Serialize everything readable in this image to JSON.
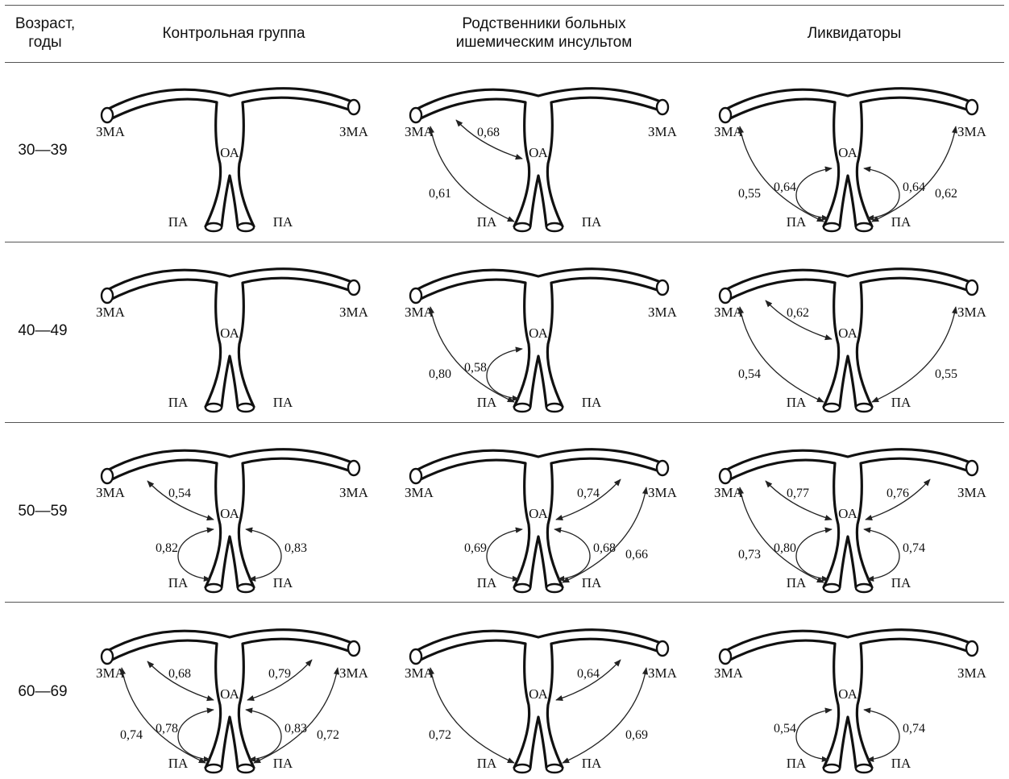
{
  "header": {
    "age_col": [
      "Возраст,",
      "годы"
    ],
    "groups": [
      [
        "Контрольная группа"
      ],
      [
        "Родственники больных",
        "ишемическим инсультом"
      ],
      [
        "Ликвидаторы"
      ]
    ]
  },
  "vessel_labels": {
    "pca": "ЗМА",
    "ba": "ОА",
    "va": "ПА"
  },
  "rows": [
    {
      "age": "30—39",
      "cells": [
        {
          "ba_label": true,
          "links": []
        },
        {
          "ba_label": true,
          "links": [
            {
              "kind": "ba-pca",
              "side": "L",
              "value": "0,68"
            },
            {
              "kind": "pca-va",
              "side": "L",
              "value": "0,61"
            }
          ]
        },
        {
          "ba_label": true,
          "links": [
            {
              "kind": "ba-va",
              "side": "L",
              "value": "0,64"
            },
            {
              "kind": "ba-va",
              "side": "R",
              "value": "0,64"
            },
            {
              "kind": "pca-va",
              "side": "L",
              "value": "0,55"
            },
            {
              "kind": "pca-va",
              "side": "R",
              "value": "0,62"
            }
          ]
        }
      ]
    },
    {
      "age": "40—49",
      "cells": [
        {
          "ba_label": true,
          "links": []
        },
        {
          "ba_label": true,
          "links": [
            {
              "kind": "ba-va",
              "side": "L",
              "value": "0,58"
            },
            {
              "kind": "pca-va",
              "side": "L",
              "value": "0,80"
            }
          ]
        },
        {
          "ba_label": true,
          "links": [
            {
              "kind": "ba-pca",
              "side": "L",
              "value": "0,62"
            },
            {
              "kind": "pca-va",
              "side": "L",
              "value": "0,54"
            },
            {
              "kind": "pca-va",
              "side": "R",
              "value": "0,55"
            }
          ]
        }
      ]
    },
    {
      "age": "50—59",
      "cells": [
        {
          "ba_label": true,
          "links": [
            {
              "kind": "ba-pca",
              "side": "L",
              "value": "0,54"
            },
            {
              "kind": "ba-va",
              "side": "L",
              "value": "0,82"
            },
            {
              "kind": "ba-va",
              "side": "R",
              "value": "0,83"
            }
          ]
        },
        {
          "ba_label": true,
          "links": [
            {
              "kind": "ba-pca",
              "side": "R",
              "value": "0,74"
            },
            {
              "kind": "ba-va",
              "side": "L",
              "value": "0,69"
            },
            {
              "kind": "ba-va",
              "side": "R",
              "value": "0,68"
            },
            {
              "kind": "pca-va",
              "side": "R",
              "value": "0,66"
            }
          ]
        },
        {
          "ba_label": true,
          "links": [
            {
              "kind": "ba-pca",
              "side": "L",
              "value": "0,77"
            },
            {
              "kind": "ba-pca",
              "side": "R",
              "value": "0,76"
            },
            {
              "kind": "ba-va",
              "side": "L",
              "value": "0,80"
            },
            {
              "kind": "ba-va",
              "side": "R",
              "value": "0,74"
            },
            {
              "kind": "pca-va",
              "side": "L",
              "value": "0,73"
            }
          ]
        }
      ]
    },
    {
      "age": "60—69",
      "cells": [
        {
          "ba_label": true,
          "links": [
            {
              "kind": "ba-pca",
              "side": "L",
              "value": "0,68"
            },
            {
              "kind": "ba-pca",
              "side": "R",
              "value": "0,79"
            },
            {
              "kind": "ba-va",
              "side": "L",
              "value": "0,78"
            },
            {
              "kind": "ba-va",
              "side": "R",
              "value": "0,83"
            },
            {
              "kind": "pca-va",
              "side": "L",
              "value": "0,74"
            },
            {
              "kind": "pca-va",
              "side": "R",
              "value": "0,72"
            }
          ]
        },
        {
          "ba_label": true,
          "links": [
            {
              "kind": "ba-pca",
              "side": "R",
              "value": "0,64"
            },
            {
              "kind": "pca-va",
              "side": "L",
              "value": "0,72"
            },
            {
              "kind": "pca-va",
              "side": "R",
              "value": "0,69"
            }
          ]
        },
        {
          "ba_label": true,
          "links": [
            {
              "kind": "ba-va",
              "side": "L",
              "value": "0,54"
            },
            {
              "kind": "ba-va",
              "side": "R",
              "value": "0,74"
            }
          ]
        }
      ]
    }
  ]
}
